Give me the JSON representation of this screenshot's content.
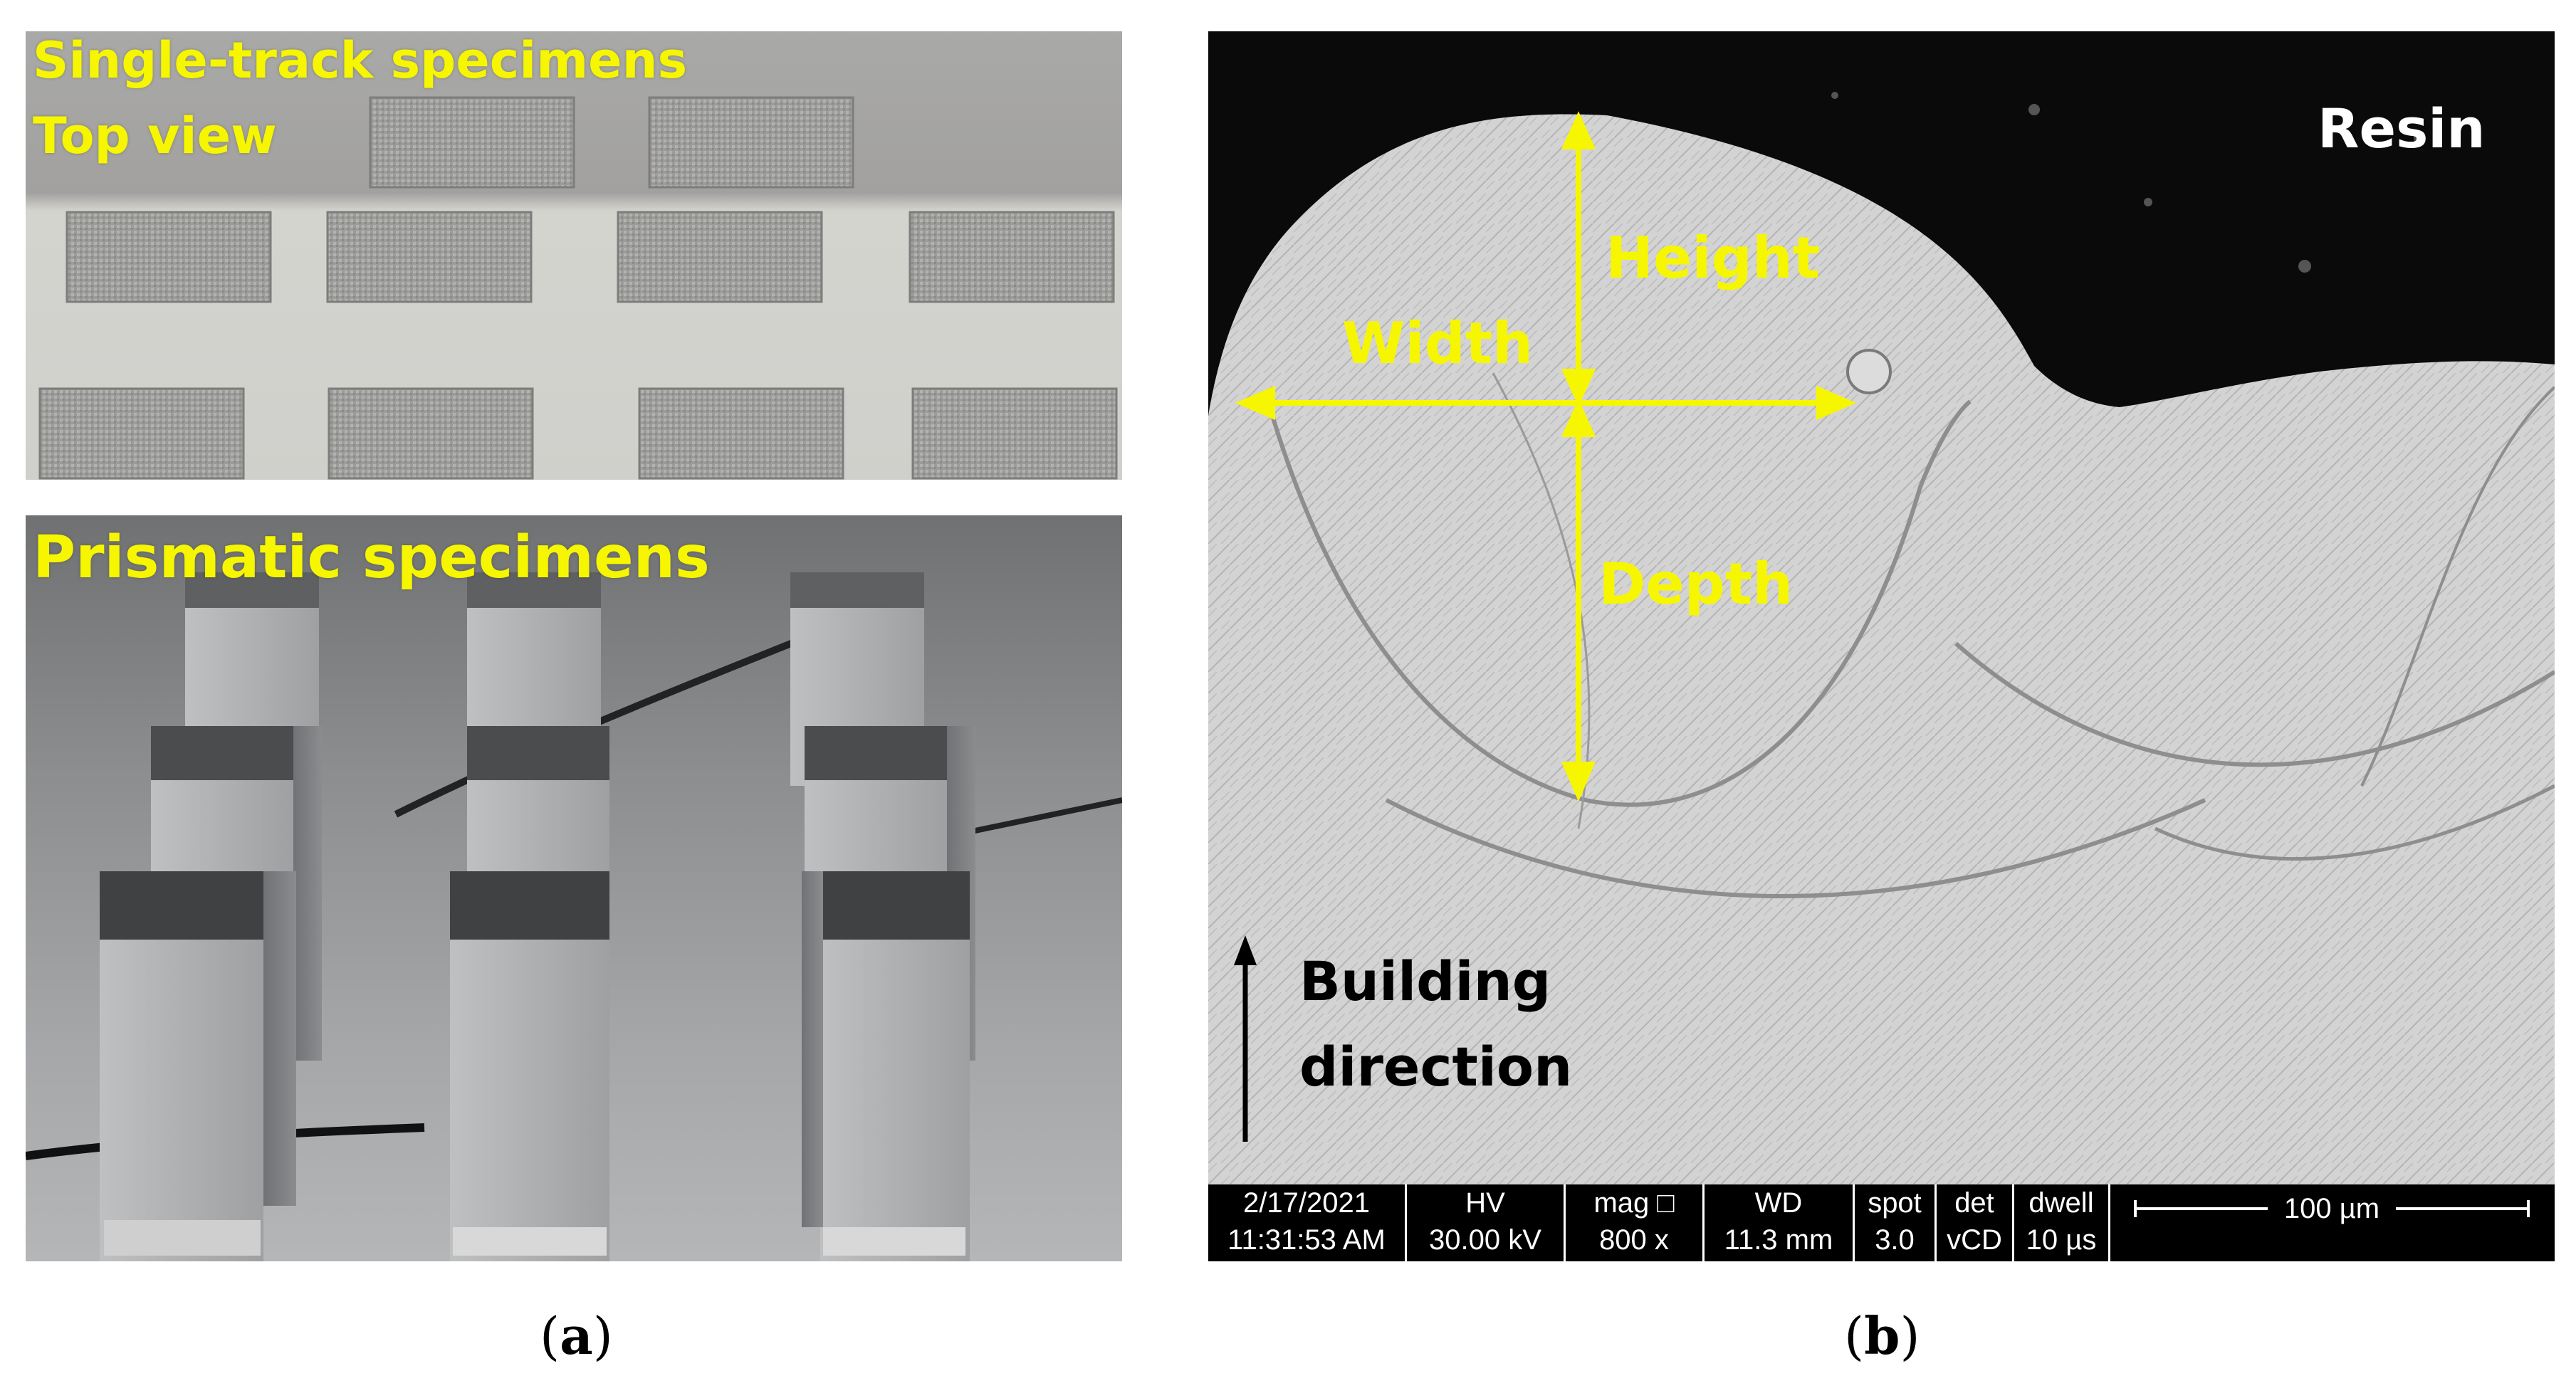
{
  "panel_a": {
    "top_caption_line1": "Single-track specimens",
    "top_caption_line2": "Top view",
    "bottom_caption": "Prismatic specimens",
    "label_open": "(",
    "label_letter": "a",
    "label_close": ")"
  },
  "panel_b": {
    "resin_label": "Resin",
    "height_label": "Height",
    "width_label": "Width",
    "depth_label": "Depth",
    "building_line1": "Building",
    "building_line2": "direction",
    "label_open": "(",
    "label_letter": "b",
    "label_close": ")",
    "info_bar": {
      "date": "2/17/2021",
      "time": "11:31:53 AM",
      "hv_header": "HV",
      "hv_value": "30.00 kV",
      "mag_header": "mag □",
      "mag_value": "800 x",
      "wd_header": "WD",
      "wd_value": "11.3 mm",
      "spot_header": "spot",
      "spot_value": "3.0",
      "det_header": "det",
      "det_value": "vCD",
      "dwell_header": "dwell",
      "dwell_value": "10 µs",
      "scale_label": "100 µm"
    }
  },
  "colors": {
    "annotation_yellow": "#f6f600",
    "resin_black": "#0a0a0a",
    "metal_grey": "#d0d0d0"
  }
}
